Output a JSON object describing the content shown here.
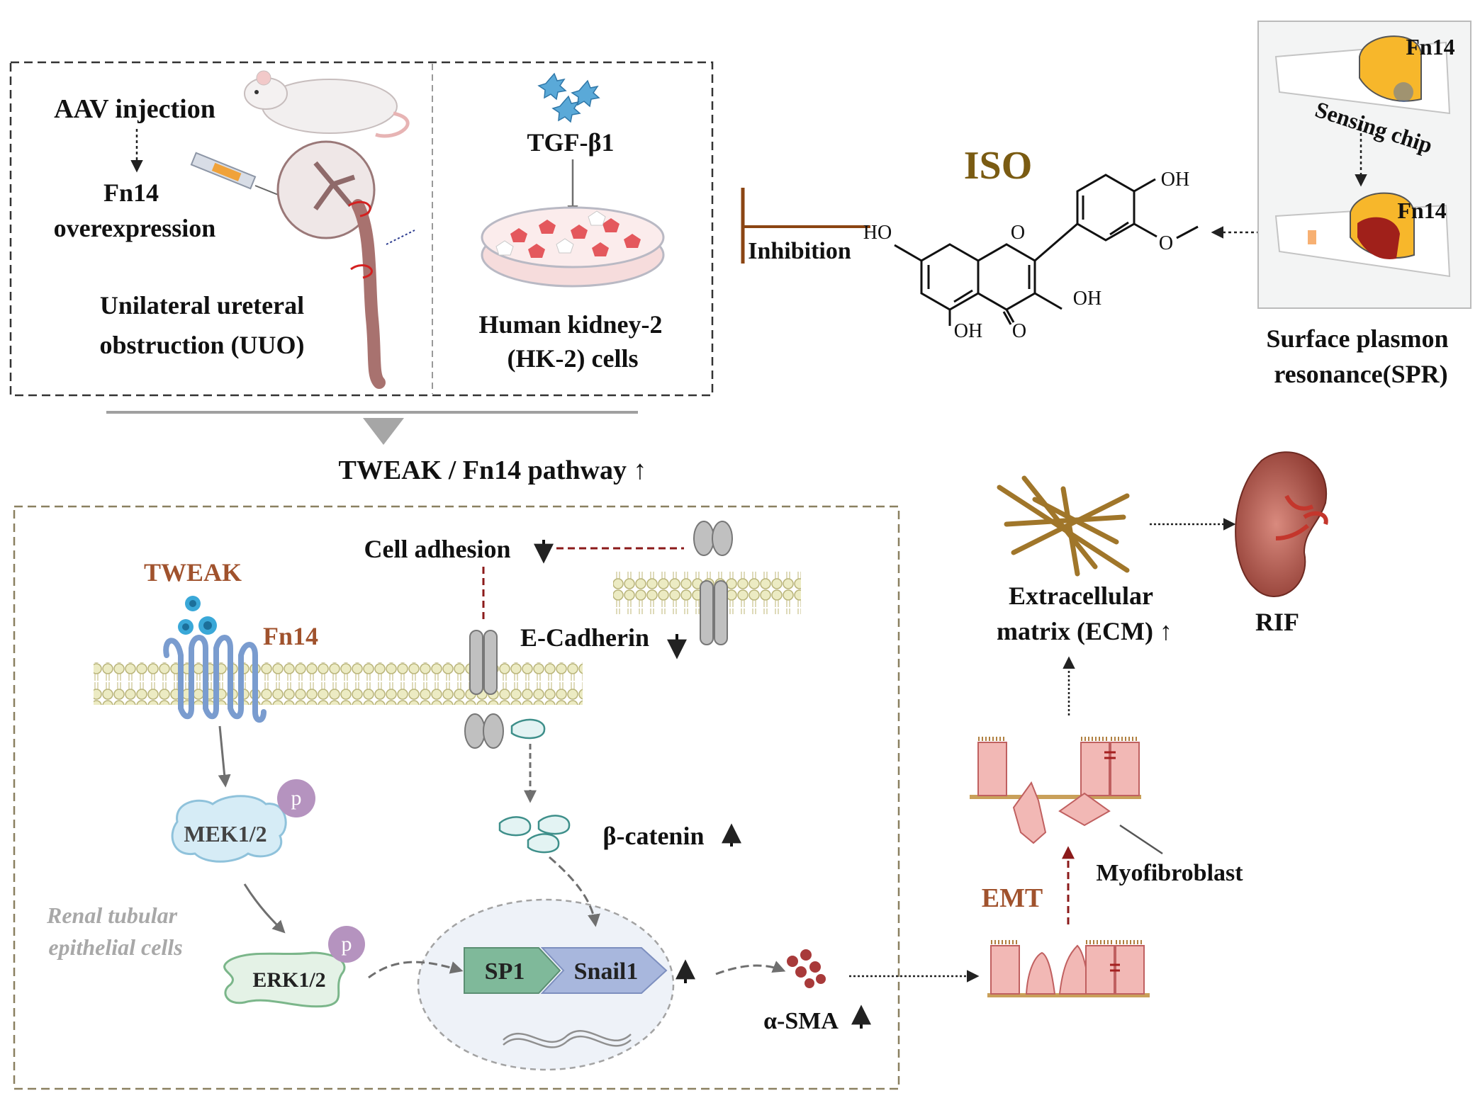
{
  "model_panel": {
    "aav_injection": "AAV injection",
    "fn14_line1": "Fn14",
    "fn14_line2": "overexpression",
    "uuo_line1": "Unilateral ureteral",
    "uuo_line2": "obstruction (UUO)"
  },
  "cell_panel": {
    "tgf": "TGF-β1",
    "hk2_line1": "Human kidney-2",
    "hk2_line2": "(HK-2) cells"
  },
  "iso": {
    "title": "ISO",
    "inhibition": "Inhibition",
    "ho_left": "HO",
    "oh_top": "OH",
    "oh_mid": "OH",
    "oh_bottom": "OH",
    "o_ring": "O",
    "o_ketone": "O"
  },
  "spr": {
    "fn14_top": "Fn14",
    "sensing_chip": "Sensing chip",
    "fn14_bottom": "Fn14",
    "label_line1": "Surface plasmon",
    "label_line2": "resonance(SPR)"
  },
  "pathway_label": "TWEAK / Fn14  pathway ↑",
  "mechanism": {
    "tweak": "TWEAK",
    "fn14": "Fn14",
    "cell_adhesion": "Cell adhesion",
    "e_cadherin": "E-Cadherin",
    "mek": "MEK1/2",
    "erk": "ERK1/2",
    "p1": "p",
    "p2": "p",
    "beta_catenin": "β-catenin",
    "sp1": "SP1",
    "snail1": "Snail1",
    "alpha_sma": "α-SMA",
    "renal_line1": "Renal tubular",
    "renal_line2": "epithelial cells"
  },
  "fibrosis": {
    "ecm_line1": "Extracellular",
    "ecm_line2": "matrix (ECM) ↑",
    "rif": "RIF",
    "myofibroblast": "Myofibroblast",
    "emt": "EMT"
  },
  "colors": {
    "brown_accent": "#8b4513",
    "fn14_blue": "#7a9ccf",
    "dark_red": "#8b1a1a",
    "membrane": "#e9e4b8",
    "cell_pink": "#f2b8b5"
  }
}
